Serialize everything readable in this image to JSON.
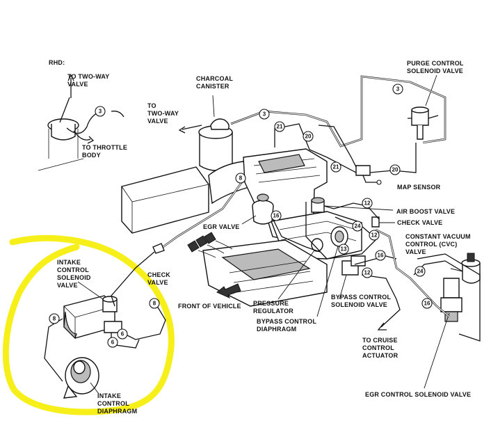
{
  "labels": {
    "rhd": "RHD:",
    "rhd_two_way_1": "TO TWO-WAY",
    "rhd_two_way_2": "VALVE",
    "rhd_throttle_1": "TO THROTTLE",
    "rhd_throttle_2": "BODY",
    "charcoal_1": "CHARCOAL",
    "charcoal_2": "CANISTER",
    "two_way_1": "TO",
    "two_way_2": "TWO-WAY",
    "two_way_3": "VALVE",
    "purge_1": "PURGE CONTROL",
    "purge_2": "SOLENOID VALVE",
    "map_sensor": "MAP SENSOR",
    "air_boost": "AIR BOOST VALVE",
    "check_valve_right": "CHECK VALVE",
    "cvc_1": "CONSTANT VACUUM",
    "cvc_2": "CONTROL (CVC)",
    "cvc_3": "VALVE",
    "egr_valve": "EGR VALVE",
    "intake_sol_1": "INTAKE",
    "intake_sol_2": "CONTROL",
    "intake_sol_3": "SOLENOID",
    "intake_sol_4": "VALVE",
    "check_valve_left_1": "CHECK",
    "check_valve_left_2": "VALVE",
    "front": "FRONT OF VEHICLE",
    "pressure_1": "PRESSURE",
    "pressure_2": "REGULATOR",
    "bypass_diaphragm_1": "BYPASS CONTROL",
    "bypass_diaphragm_2": "DIAPHRAGM",
    "bypass_solenoid_1": "BYPASS CONTROL",
    "bypass_solenoid_2": "SOLENOID VALVE",
    "cruise_1": "TO CRUISE",
    "cruise_2": "CONTROL",
    "cruise_3": "ACTUATOR",
    "egr_solenoid": "EGR CONTROL SOLENOID VALVE",
    "intake_diaphragm_1": "INTAKE",
    "intake_diaphragm_2": "CONTROL",
    "intake_diaphragm_3": "DIAPHRAGM"
  },
  "hose_numbers": {
    "n3_rhd": "3",
    "n3_top": "3",
    "n3_purge": "3",
    "n21_a": "21",
    "n21_b": "21",
    "n20_a": "20",
    "n20_b": "20",
    "n8_intake": "8",
    "n8_check": "8",
    "n8_sol": "8",
    "n6_a": "6",
    "n6_b": "6",
    "n16_egr": "16",
    "n16_bypass": "16",
    "n16_cvc": "16",
    "n12_a": "12",
    "n12_b": "12",
    "n12_c": "12",
    "n24_a": "24",
    "n24_b": "24",
    "n13": "13"
  },
  "highlight_color": "#f7ef1a"
}
